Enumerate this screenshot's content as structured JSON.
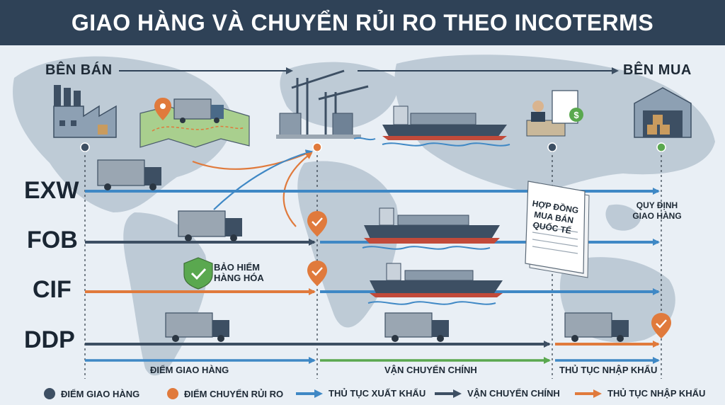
{
  "title": "GIAO HÀNG VÀ CHUYỂN RỦI RO THEO INCOTERMS",
  "seller_label": "BÊN BÁN",
  "buyer_label": "BÊN MUA",
  "terms": [
    "EXW",
    "FOB",
    "CIF",
    "DDP"
  ],
  "contract_label": "HỢP ĐỒNG MUA BÁN QUỐC TẾ",
  "contract_lines": [
    "HỢP ĐỒNG",
    "MUA BÁN",
    "QUỐC TẾ"
  ],
  "delivery_rule_lines": [
    "QUY ĐỊNH",
    "GIAO HÀNG"
  ],
  "insurance_lines": [
    "BẢO HIỂM",
    "HÀNG HÓA"
  ],
  "stages": {
    "delivery_point": "ĐIỂM GIAO HÀNG",
    "main_transport": "VẬN CHUYỂN CHÍNH",
    "import_procedure": "THỦ TỤC NHẬP KHẨU"
  },
  "legend": [
    {
      "label": "ĐIỂM GIAO HÀNG",
      "kind": "dot",
      "color": "#3d4f63"
    },
    {
      "label": "ĐIỂM CHUYỂN RỦI RO",
      "kind": "dot",
      "color": "#e07a3c"
    },
    {
      "label": "THỦ TỤC XUẤT KHẨU",
      "kind": "arrow",
      "color": "#3f88c5"
    },
    {
      "label": "VẬN CHUYỂN CHÍNH",
      "kind": "arrow",
      "color": "#3d4f63"
    },
    {
      "label": "THỦ TỤC NHẬP KHẨU",
      "kind": "arrow",
      "color": "#e07a3c"
    }
  ],
  "colors": {
    "title_bg": "#2f4257",
    "blue": "#3f88c5",
    "navy": "#3d4f63",
    "orange": "#e07a3c",
    "green": "#5aa84f",
    "map": "#b9c6d3"
  }
}
